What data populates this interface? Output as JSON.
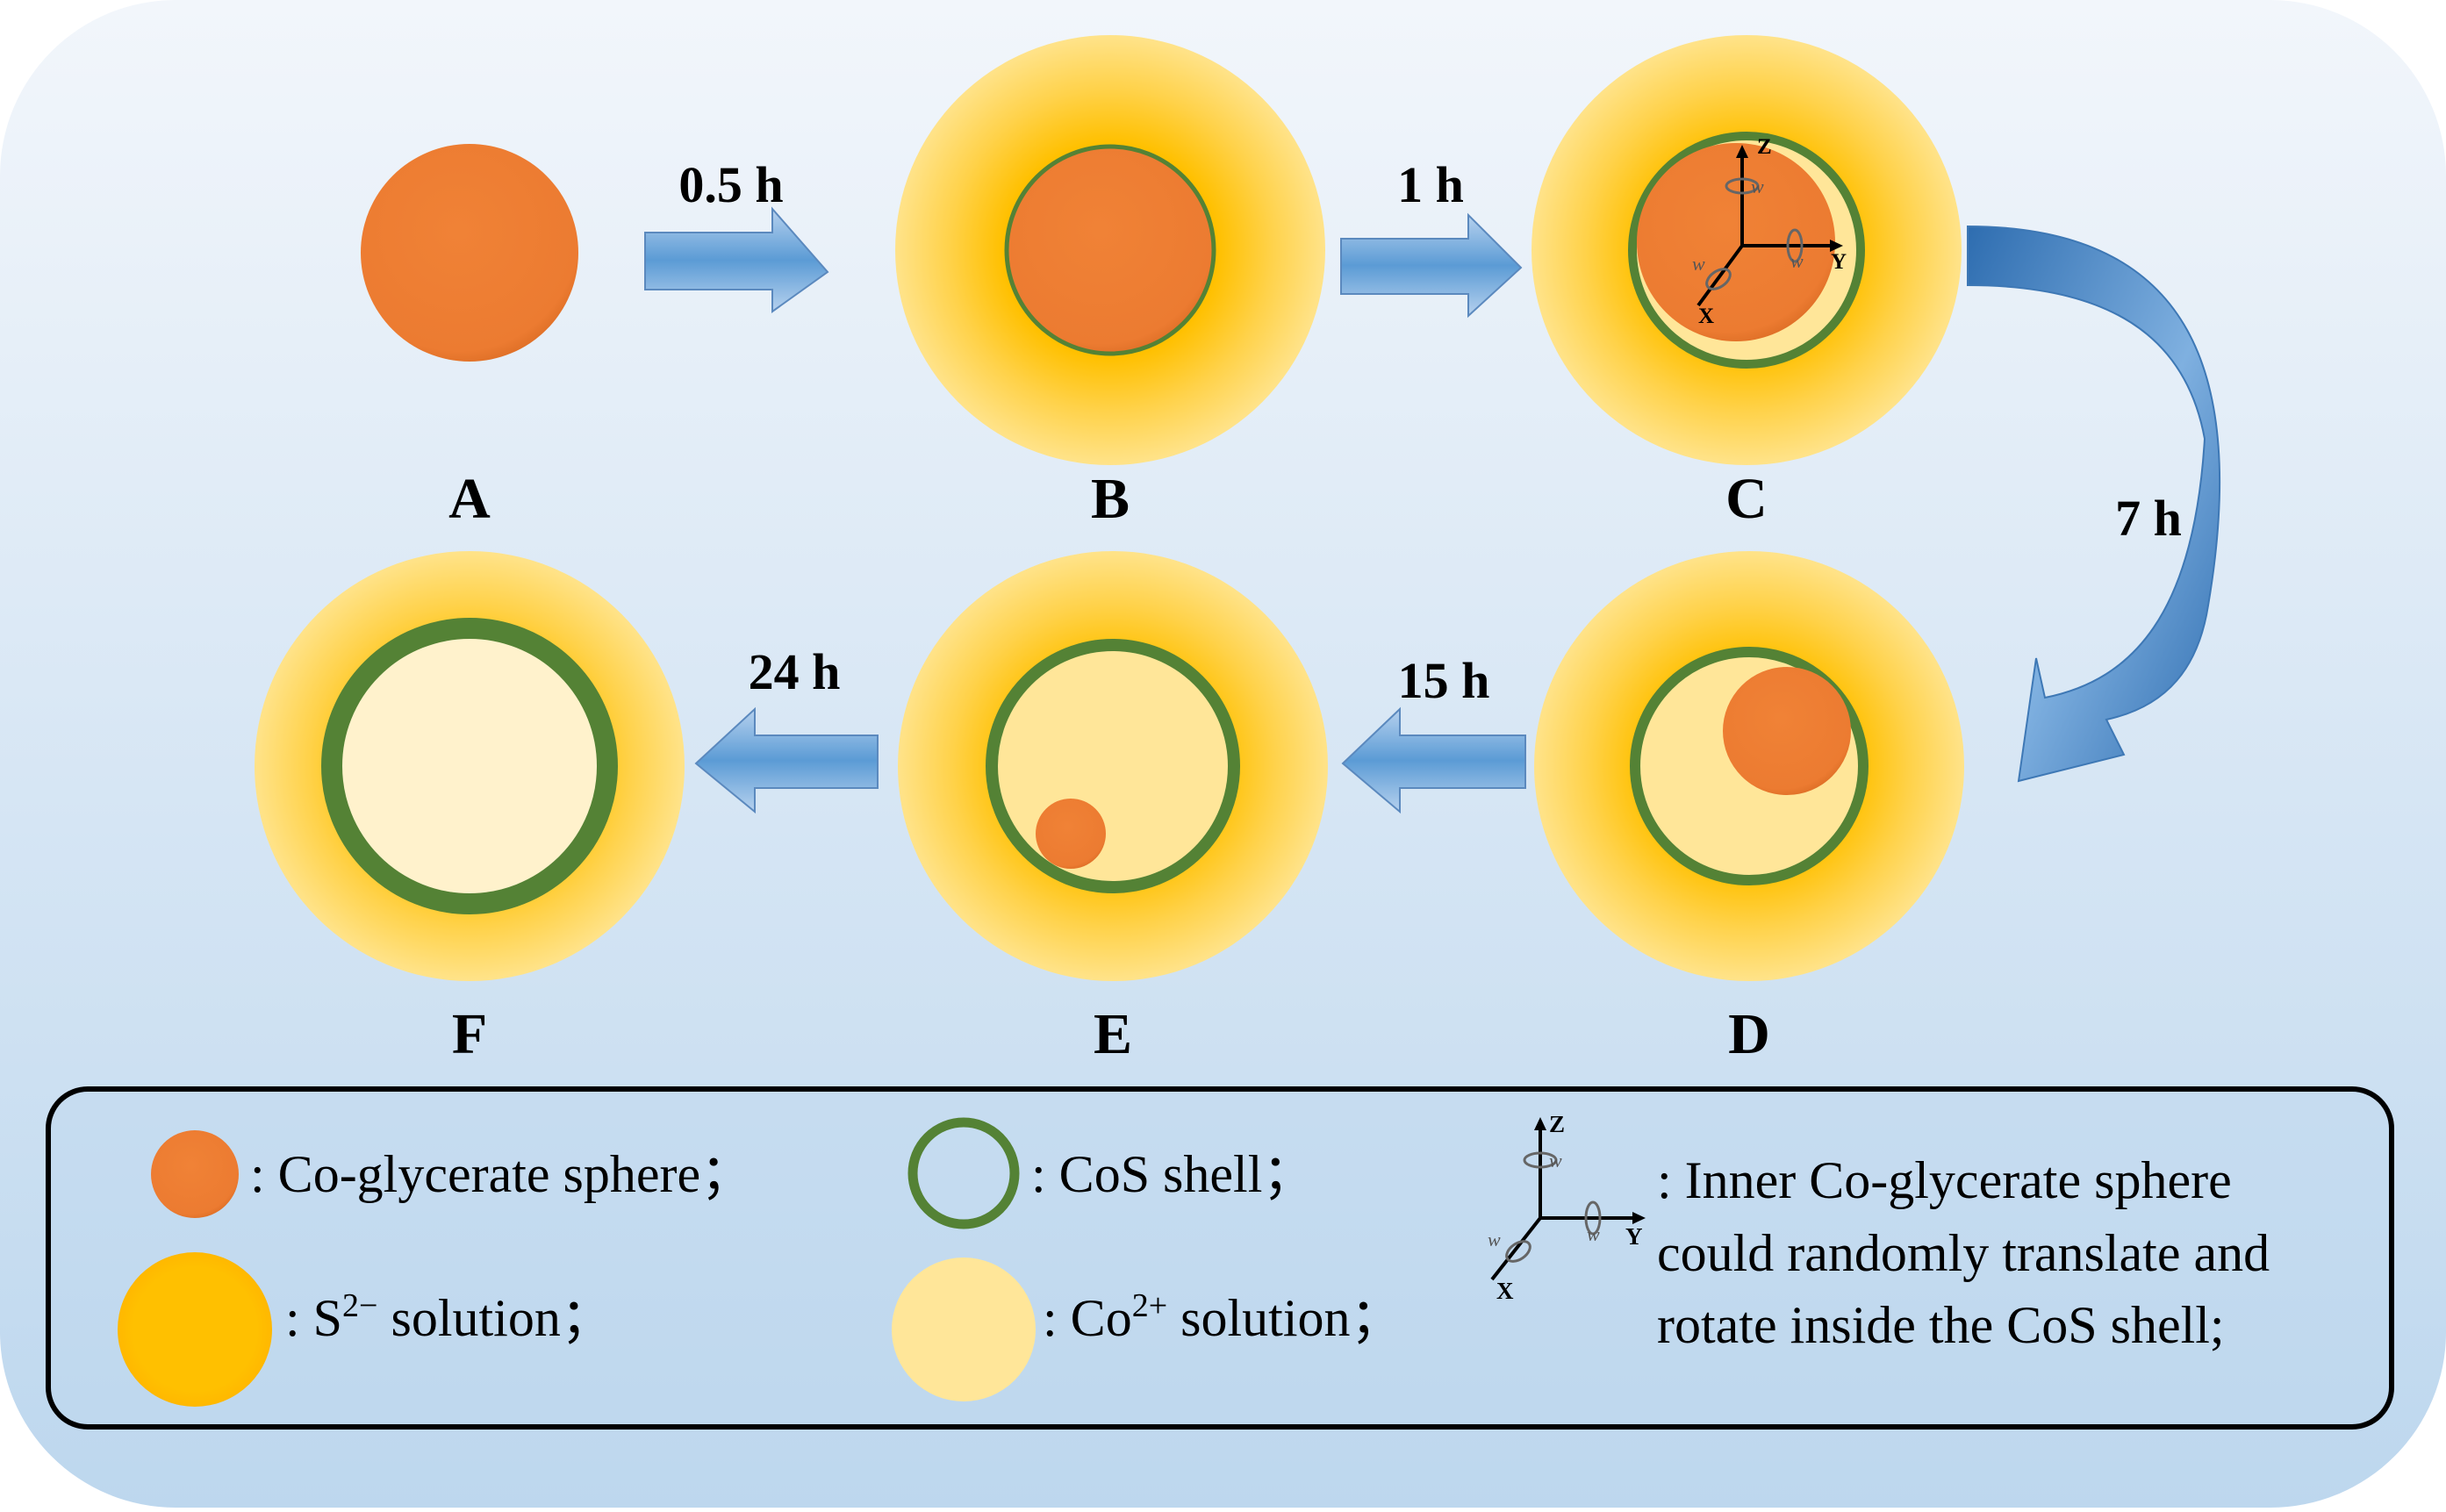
{
  "colors": {
    "co_glycerate_sphere": "#ED7D31",
    "cos_shell": "#548235",
    "s2_solution": "#FFC000",
    "co2_solution": "#FFE699",
    "arrow_fill": "#6FA3D8",
    "background_top": "#EEF4FB",
    "background_bottom": "#BDD7EE"
  },
  "stages": {
    "A": {
      "label": "A"
    },
    "B": {
      "label": "B"
    },
    "C": {
      "label": "C"
    },
    "D": {
      "label": "D"
    },
    "E": {
      "label": "E"
    },
    "F": {
      "label": "F"
    }
  },
  "arrows": {
    "a_to_b": "0.5 h",
    "b_to_c": "1 h",
    "c_to_d": "7 h",
    "d_to_e": "15 h",
    "e_to_f": "24 h"
  },
  "axes": {
    "z": "Z",
    "y": "Y",
    "x": "X",
    "w": "w"
  },
  "legend": {
    "co_glycerate": ": Co-glycerate sphere；",
    "cos_shell": ": CoS shell；",
    "s2_prefix": ": S",
    "s2_sup": "2−",
    "s2_suffix": " solution；",
    "co2_prefix": ": Co",
    "co2_sup": "2+",
    "co2_suffix": " solution；",
    "inner_line1": ": Inner Co-glycerate sphere",
    "inner_line2": "could randomly translate and",
    "inner_line3": "rotate inside the CoS shell;"
  }
}
